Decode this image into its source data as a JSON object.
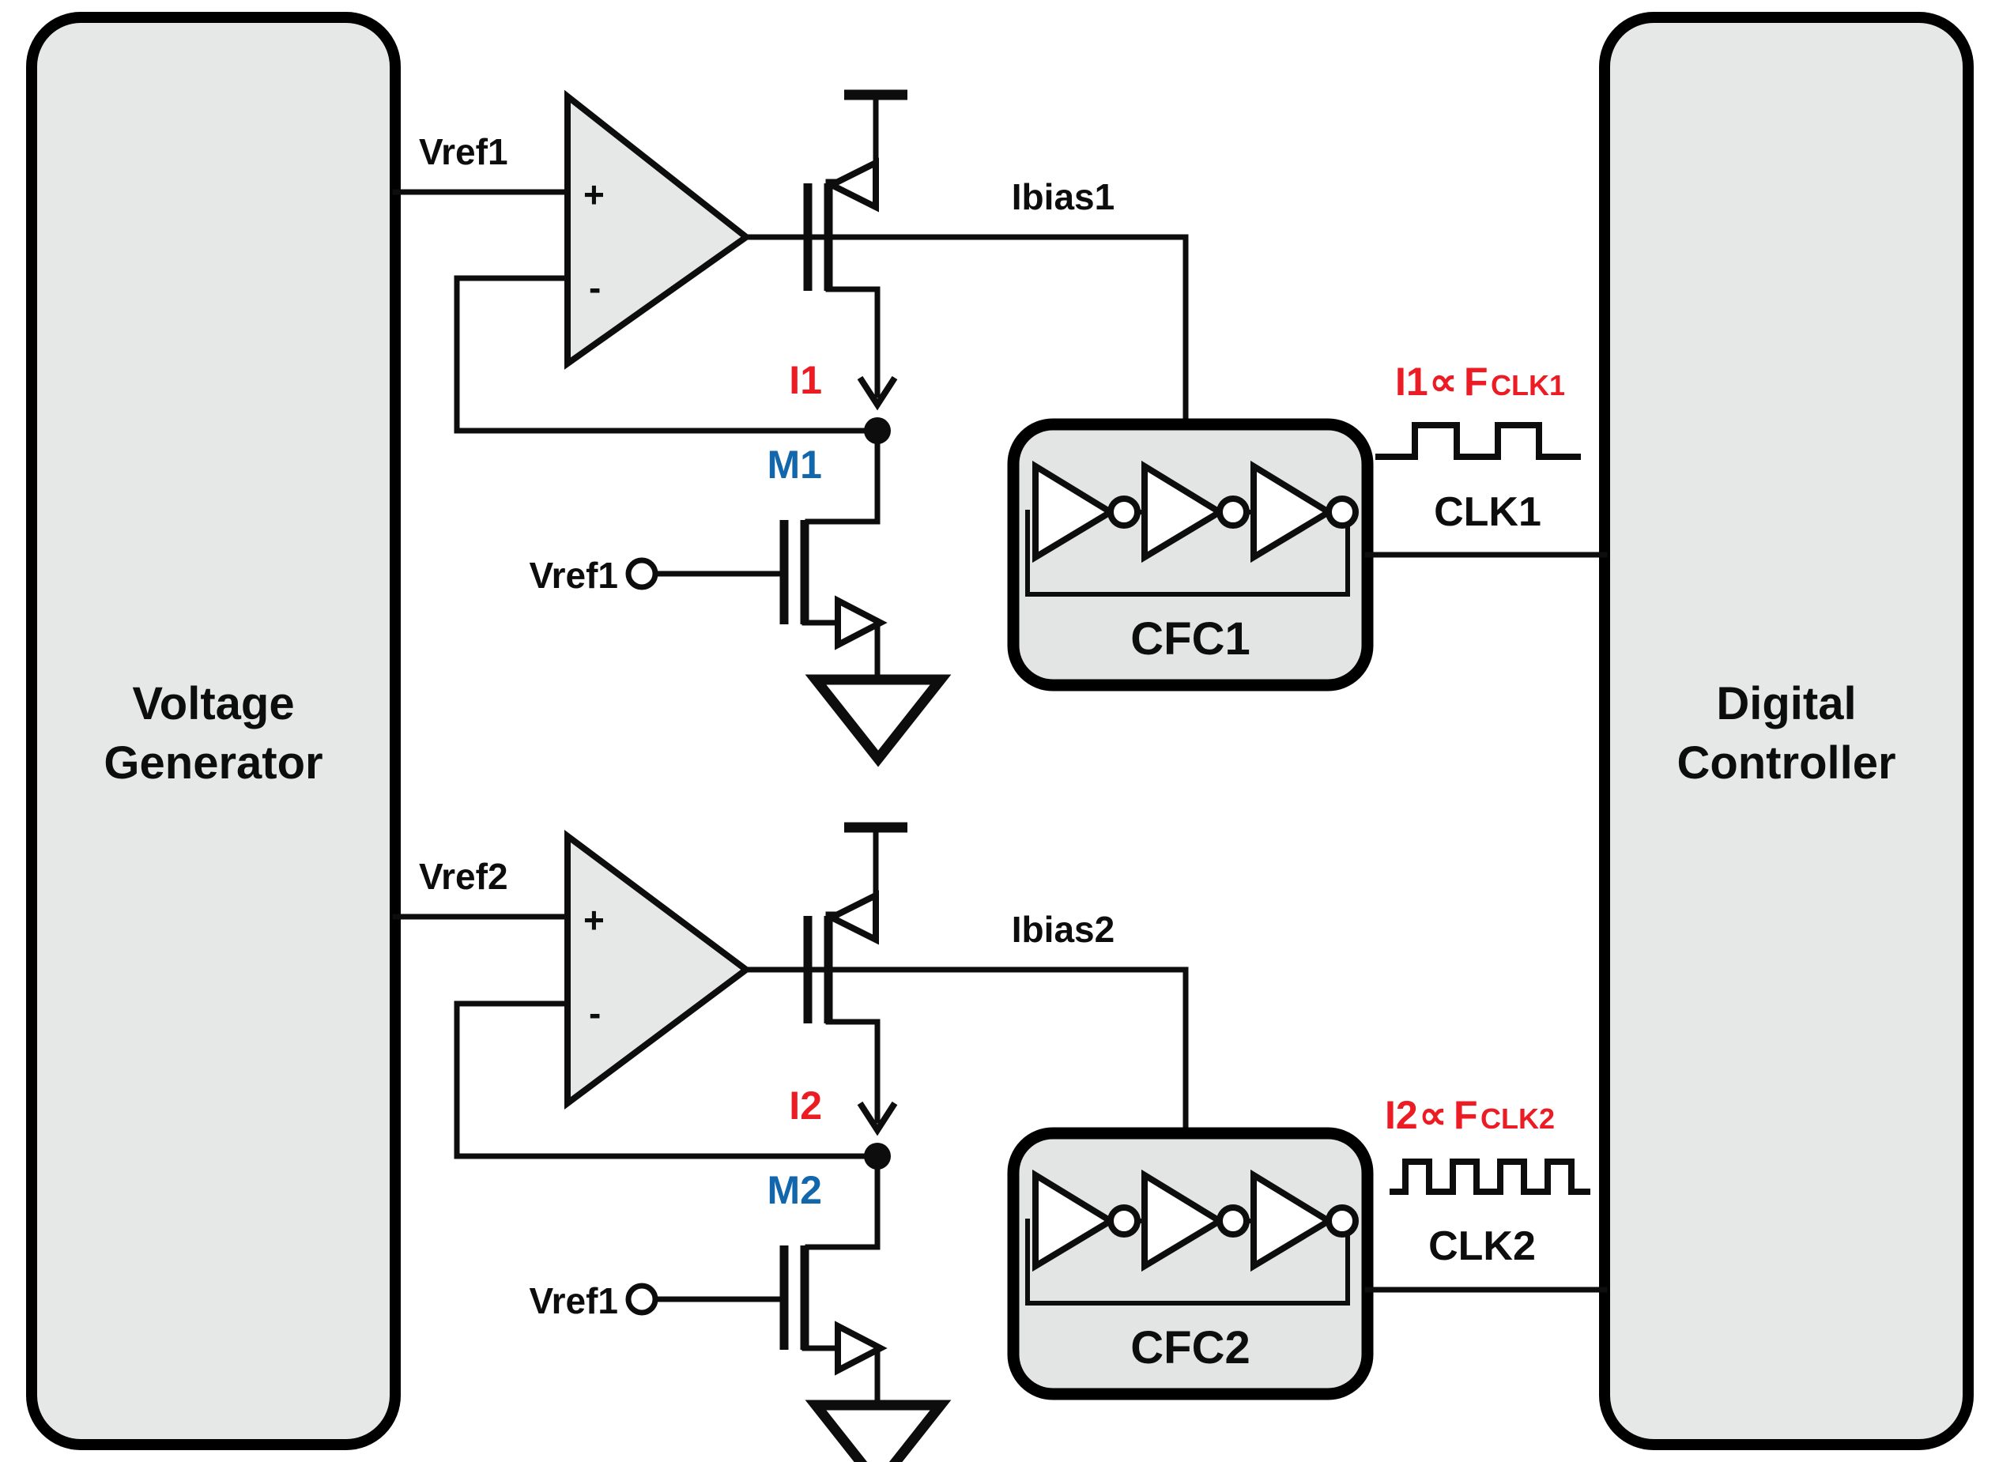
{
  "diagram": {
    "title": "Dual current-to-frequency bias loop block diagram",
    "colors": {
      "accent_red": "#ec1c24",
      "accent_blue": "#1266ab",
      "block_fill": "#e6e8e7",
      "line": "#0d0d0d"
    }
  },
  "blocks": {
    "voltage_generator": {
      "line1": "Voltage",
      "line2": "Generator"
    },
    "digital_controller": {
      "line1": "Digital",
      "line2": "Controller"
    },
    "cfc1": {
      "label": "CFC1"
    },
    "cfc2": {
      "label": "CFC2"
    }
  },
  "channel1": {
    "vref_in": "Vref1",
    "opamp_plus": "+",
    "opamp_minus": "-",
    "ibias": "Ibias1",
    "current": "I1",
    "nmos": "M1",
    "nmos_gate_pin": "Vref1",
    "relation_main": "I1",
    "relation_prop": "∝",
    "relation_f": "F",
    "relation_sub": "CLK1",
    "clk": "CLK1",
    "clk_pulses": 2
  },
  "channel2": {
    "vref_in": "Vref2",
    "opamp_plus": "+",
    "opamp_minus": "-",
    "ibias": "Ibias2",
    "current": "I2",
    "nmos": "M2",
    "nmos_gate_pin": "Vref1",
    "relation_main": "I2",
    "relation_prop": "∝",
    "relation_f": "F",
    "relation_sub": "CLK2",
    "clk": "CLK2",
    "clk_pulses": 4
  },
  "icons": {
    "vdd_rail": "vdd-rail-icon",
    "ground": "ground-symbol-icon",
    "inverter": "inverter-icon",
    "current_arrow": "current-arrow-icon",
    "node_dot": "node-dot-icon",
    "input_pin": "input-pin-icon"
  }
}
